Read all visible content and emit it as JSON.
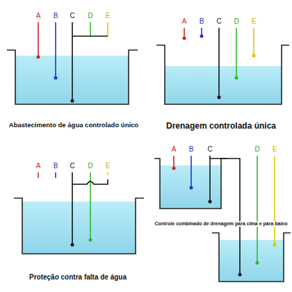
{
  "diagram": {
    "labels": [
      "A",
      "B",
      "C",
      "D",
      "E",
      "Abastecimento de água controlado único",
      "A",
      "B",
      "C",
      "D",
      "E",
      "Drenagem controlada única",
      "A",
      "B",
      "C",
      "D",
      "E",
      "Proteção contra falta de água",
      "A",
      "B",
      "C",
      "D",
      "E",
      "Controle combinado de drenagem para cima e para baixo"
    ]
  }
}
